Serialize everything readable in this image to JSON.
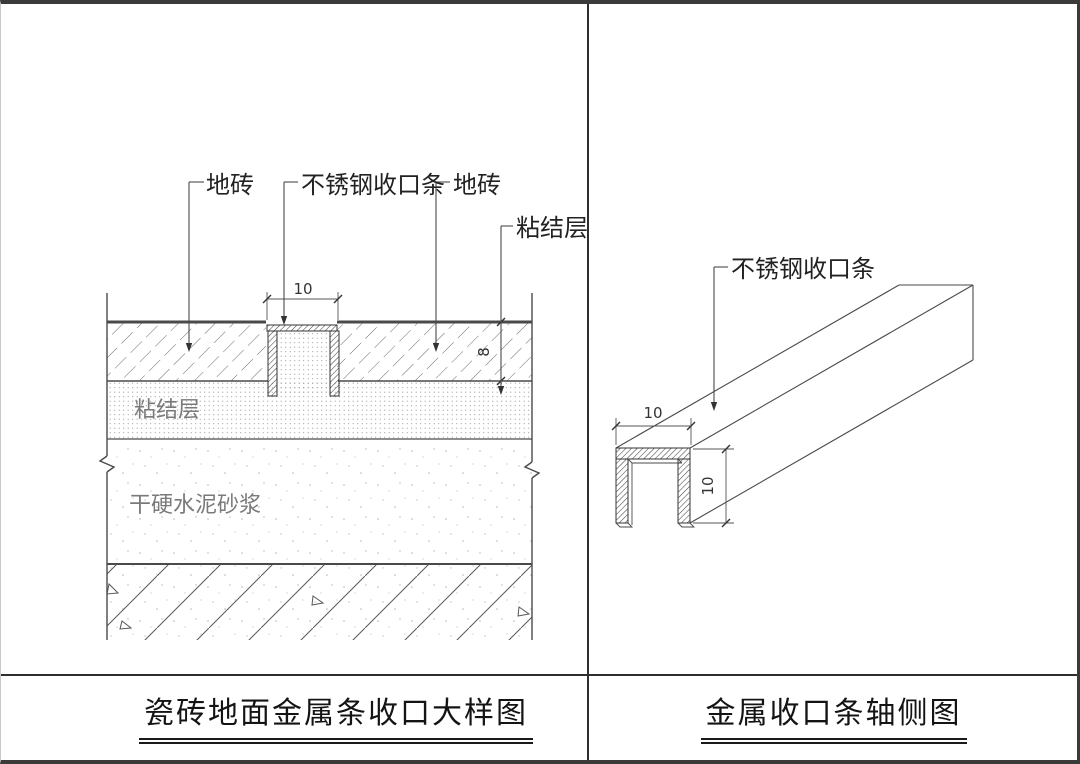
{
  "sheet": {
    "type": "construction-detail-drawing",
    "background": "#ffffff",
    "line_color": "#3f3f3f",
    "frame_color": "#2e2e2e"
  },
  "panels": {
    "left": {
      "title": "瓷砖地面金属条收口大样图",
      "callouts": {
        "floor_tile_left": "地砖",
        "steel_strip": "不锈钢收口条",
        "floor_tile_right": "地砖",
        "bonding_layer": "粘结层"
      },
      "layer_labels": {
        "bonding_layer": "粘结层",
        "mortar": "干硬水泥砂浆"
      },
      "dimensions": {
        "strip_width": "10",
        "tile_thickness": "8"
      }
    },
    "right": {
      "title": "金属收口条轴侧图",
      "callouts": {
        "steel_strip": "不锈钢收口条"
      },
      "dimensions": {
        "strip_width": "10",
        "strip_height": "10"
      }
    }
  }
}
